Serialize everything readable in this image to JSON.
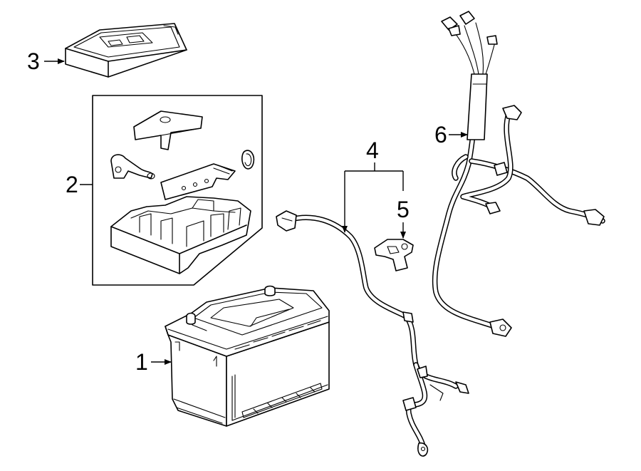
{
  "callouts": {
    "battery": "1",
    "fuse_block": "2",
    "cover": "3",
    "positive_cable": "4",
    "sensor": "5",
    "harness": "6"
  },
  "colors": {
    "line": "#000000",
    "background": "#ffffff"
  }
}
